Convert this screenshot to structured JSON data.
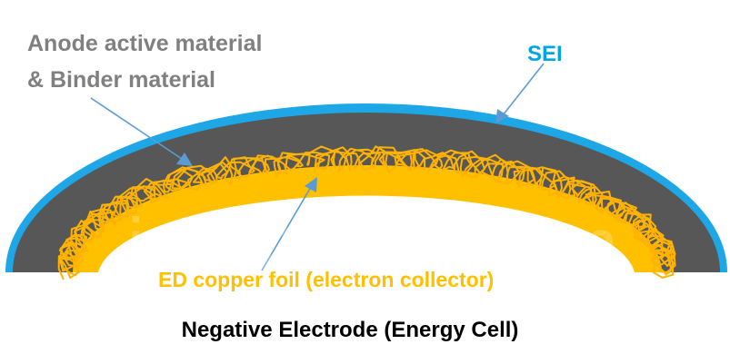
{
  "labels": {
    "anode_line1": "Anode active material",
    "anode_line2": "& Binder material",
    "sei": "SEI",
    "copper_foil": "ED copper foil (electron collector)",
    "caption": "Negative Electrode (Energy Cell)",
    "watermark": "innoVolta.com"
  },
  "colors": {
    "anode_text": "#808080",
    "sei_text": "#00a6e3",
    "copper_text": "#ffc000",
    "caption_text": "#000000",
    "sei_layer": "#1ea7e6",
    "anode_layer": "#575757",
    "copper_layer": "#ffc000",
    "fiber": "#ffb300",
    "arrow": "#5b9bd5"
  }
}
